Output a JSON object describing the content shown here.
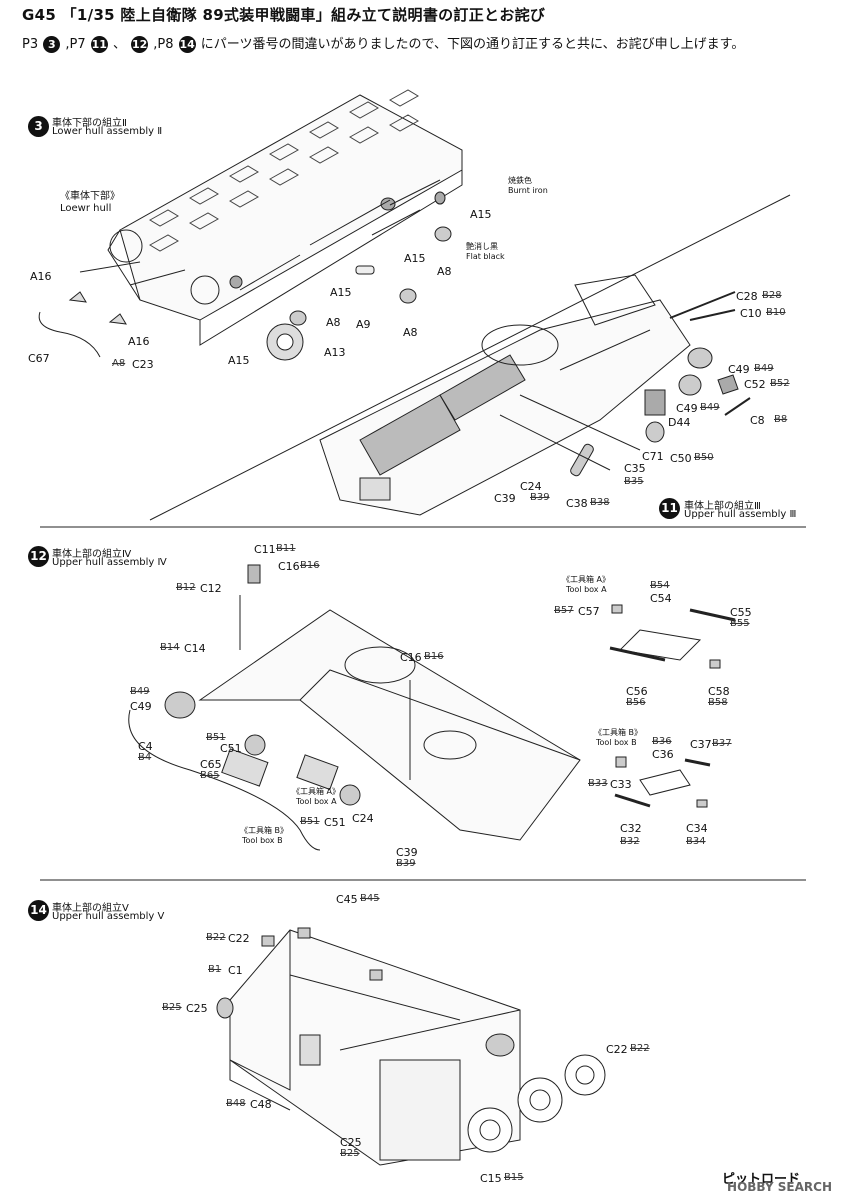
{
  "header": {
    "code": "G45",
    "title": "「1/35 陸上自衛隊 89式装甲戦闘車」組み立て説明書の訂正とお詫び",
    "sub_p3": "P3",
    "sub_p7": "P7",
    "sub_p8": "P8",
    "step3": "3",
    "step11": "11",
    "step12": "12",
    "step14": "14",
    "sub_text": "にパーツ番号の間違いがありましたので、下図の通り訂正すると共に、お詫び申し上げます。"
  },
  "sections": {
    "s3": {
      "num": "3",
      "jp": "車体下部の組立Ⅱ",
      "en": "Lower hull assembly Ⅱ"
    },
    "s11": {
      "num": "11",
      "jp": "車体上部の組立Ⅲ",
      "en": "Upper hull assembly Ⅲ"
    },
    "s12": {
      "num": "12",
      "jp": "車体上部の組立Ⅳ",
      "en": "Upper hull assembly Ⅳ"
    },
    "s14": {
      "num": "14",
      "jp": "車体上部の組立Ⅴ",
      "en": "Upper hull assembly Ⅴ"
    }
  },
  "notes": {
    "lower_hull_jp": "《車体下部》",
    "lower_hull_en": "Loewr hull",
    "burnt_jp": "焼鉄色",
    "burnt_en": "Burnt iron",
    "flat_jp": "艶消し黒",
    "flat_en": "Flat black",
    "toolbox_a_jp": "《工具箱 A》",
    "toolbox_a_en": "Tool box A",
    "toolbox_b_jp": "《工具箱 B》",
    "toolbox_b_en": "Tool box B"
  },
  "labels_s3": {
    "A16a": "A16",
    "A16b": "A16",
    "C67": "C67",
    "C23": "C23",
    "A8old": "A8",
    "A15a": "A15",
    "A15b": "A15",
    "A15c": "A15",
    "A15d": "A15",
    "A8a": "A8",
    "A8b": "A8",
    "A8c": "A8",
    "A9": "A9",
    "A13": "A13"
  },
  "labels_s11": {
    "C28": "C28",
    "B28": "B28",
    "C10": "C10",
    "B10": "B10",
    "C49a": "C49",
    "B49a": "B49",
    "C52": "C52",
    "B52": "B52",
    "C49b": "C49",
    "B49b": "B49",
    "C8": "C8",
    "B8": "B8",
    "D44": "D44",
    "C71": "C71",
    "C50": "C50",
    "B50": "B50",
    "C35": "C35",
    "B35": "B35",
    "C24": "C24",
    "C39": "C39",
    "B39": "B39",
    "C38": "C38",
    "B38": "B38"
  },
  "labels_s12": {
    "C11": "C11",
    "B11": "B11",
    "C16a": "C16",
    "B16a": "B16",
    "B12": "B12",
    "C12": "C12",
    "B14": "B14",
    "C14": "C14",
    "B49": "B49",
    "C49": "C49",
    "C4": "C4",
    "B4": "B4",
    "C65": "C65",
    "B65": "B65",
    "C51a": "C51",
    "B51a": "B51",
    "C16b": "C16",
    "B16b": "B16",
    "C24": "C24",
    "C51b": "C51",
    "B51b": "B51",
    "C39": "C39",
    "B39": "B39",
    "B54": "B54",
    "C54": "C54",
    "B57": "B57",
    "C57": "C57",
    "C55": "C55",
    "B55": "B55",
    "C56": "C56",
    "B56": "B56",
    "C58": "C58",
    "B58": "B58",
    "B36": "B36",
    "C36": "C36",
    "C37": "C37",
    "B37": "B37",
    "B33": "B33",
    "C33": "C33",
    "C32": "C32",
    "B32": "B32",
    "C34": "C34",
    "B34": "B34"
  },
  "labels_s14": {
    "C45": "C45",
    "B45": "B45",
    "B22a": "B22",
    "C22a": "C22",
    "B1": "B1",
    "C1": "C1",
    "B25": "B25",
    "C25a": "C25",
    "C22b": "C22",
    "B22b": "B22",
    "B48": "B48",
    "C48": "C48",
    "C25b": "C25",
    "B25b": "B25",
    "C15": "C15",
    "B15": "B15"
  },
  "footer": {
    "brand": "ピットロード",
    "watermark": "HOBBY SEARCH"
  }
}
